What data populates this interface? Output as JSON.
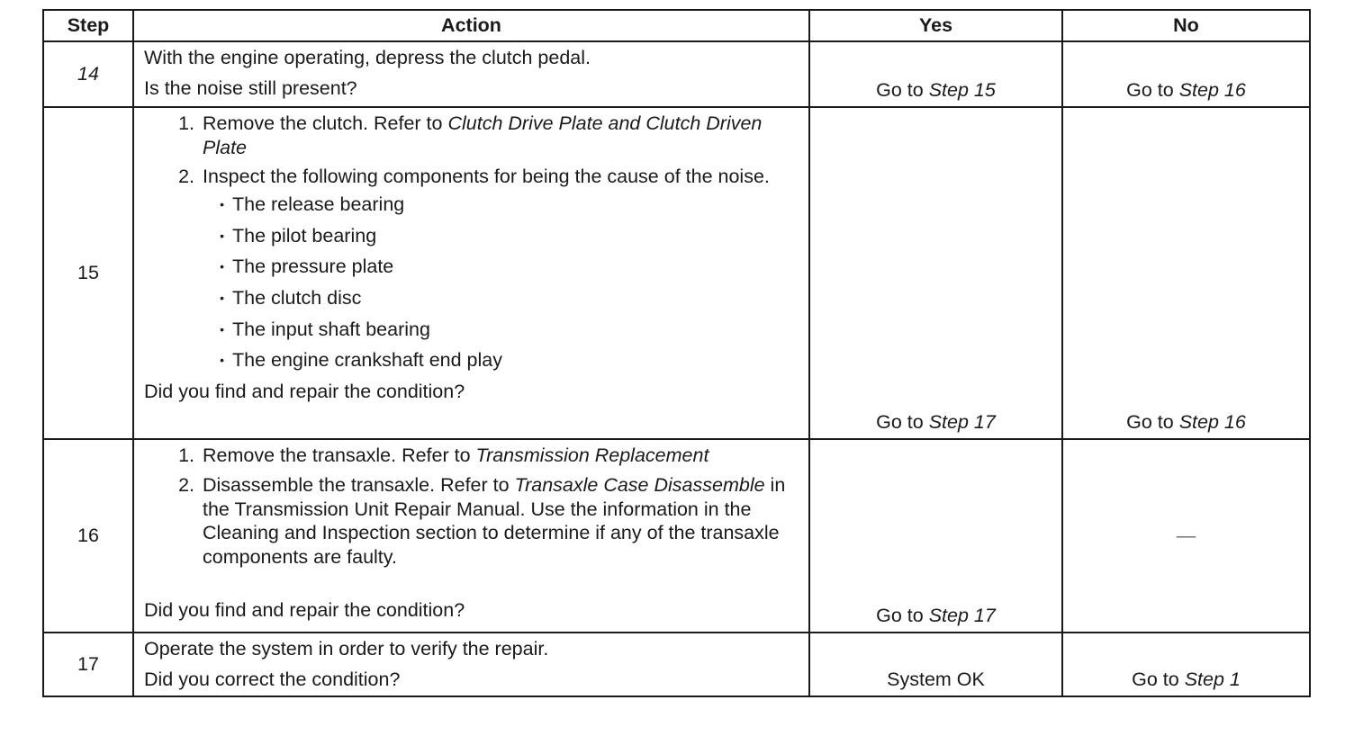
{
  "headers": {
    "step": "Step",
    "action": "Action",
    "yes": "Yes",
    "no": "No"
  },
  "rows": [
    {
      "step": "14",
      "action_line1": "With the engine operating, depress the clutch pedal.",
      "question": "Is the noise still present?",
      "yes_prefix": "Go to ",
      "yes_ref": "Step 15",
      "no_prefix": "Go to ",
      "no_ref": "Step 16"
    },
    {
      "step": "15",
      "item1_num": "1.",
      "item1_text": "Remove the clutch. Refer to ",
      "item1_ref": "Clutch Drive Plate and Clutch Driven Plate",
      "item2_num": "2.",
      "item2_text": "Inspect the following components for being the cause of the noise.",
      "bullets": [
        "The release bearing",
        "The pilot bearing",
        "The pressure plate",
        "The clutch disc",
        "The input shaft bearing",
        "The engine crankshaft end play"
      ],
      "question": "Did you find and repair the condition?",
      "yes_prefix": "Go to ",
      "yes_ref": "Step 17",
      "no_prefix": "Go to ",
      "no_ref": "Step 16"
    },
    {
      "step": "16",
      "item1_num": "1.",
      "item1_text": "Remove the transaxle. Refer to ",
      "item1_ref": "Transmission Replacement",
      "item2_num": "2.",
      "item2_text": "Disassemble the transaxle. Refer to ",
      "item2_ref": "Transaxle Case Disassemble",
      "item2_rest": " in the Transmission Unit Repair Manual. Use the information in the Cleaning and Inspection section to determine if any of the transaxle components are faulty.",
      "question": "Did you find and repair the condition?",
      "yes_prefix": "Go to ",
      "yes_ref": "Step 17",
      "no_dash": "—"
    },
    {
      "step": "17",
      "action_line1": "Operate the system in order to verify the repair.",
      "question": "Did you correct the condition?",
      "yes_text": "System OK",
      "no_prefix": "Go to ",
      "no_ref": "Step 1"
    }
  ]
}
